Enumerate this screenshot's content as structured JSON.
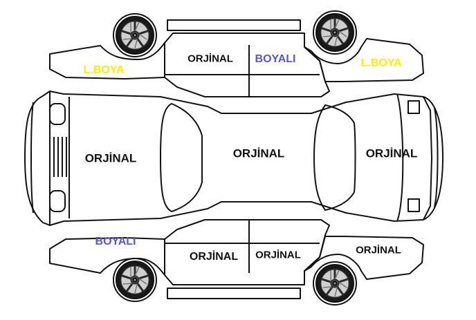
{
  "colors": {
    "orjinal": "#111111",
    "boyali": "#5555dd",
    "lboya": "#ffee00",
    "outline": "#111111",
    "background": "#ffffff"
  },
  "panels": {
    "top_left_fender": {
      "label": "L.BOYA",
      "status": "lboya"
    },
    "top_front_door": {
      "label": "ORJİNAL",
      "status": "orjinal"
    },
    "top_rear_door": {
      "label": "BOYALI",
      "status": "boyali"
    },
    "top_right_fender": {
      "label": "L.BOYA",
      "status": "lboya"
    },
    "hood": {
      "label": "ORJİNAL",
      "status": "orjinal"
    },
    "roof": {
      "label": "ORJİNAL",
      "status": "orjinal"
    },
    "trunk": {
      "label": "ORJİNAL",
      "status": "orjinal"
    },
    "bottom_left_fender": {
      "label": "BOYALI",
      "status": "boyali"
    },
    "bottom_front_door": {
      "label": "ORJİNAL",
      "status": "orjinal"
    },
    "bottom_rear_door": {
      "label": "ORJİNAL",
      "status": "orjinal"
    },
    "bottom_right_fender": {
      "label": "ORJİNAL",
      "status": "orjinal"
    }
  },
  "icons": {
    "wheels": [
      "wheel-icon",
      "wheel-icon",
      "wheel-icon",
      "wheel-icon"
    ]
  }
}
